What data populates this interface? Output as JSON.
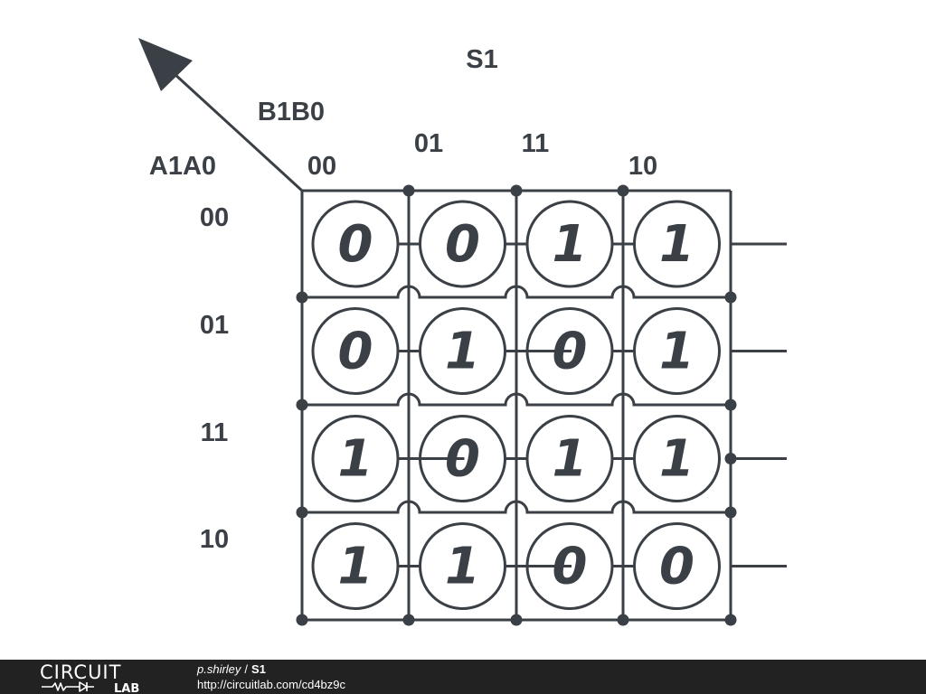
{
  "diagram": {
    "output_label": "S1",
    "column_vars": "B1B0",
    "row_vars": "A1A0",
    "column_codes": [
      "00",
      "01",
      "11",
      "10"
    ],
    "row_codes": [
      "00",
      "01",
      "11",
      "10"
    ],
    "cells": [
      [
        "0",
        "0",
        "1",
        "1"
      ],
      [
        "0",
        "1",
        "0",
        "1"
      ],
      [
        "1",
        "0",
        "1",
        "1"
      ],
      [
        "1",
        "1",
        "0",
        "0"
      ]
    ]
  },
  "footer": {
    "logo_top": "CIRCUIT",
    "logo_bottom": "LAB",
    "author": "p.shirley",
    "separator": "/",
    "circuit_name": "S1",
    "url": "http://circuitlab.com/cd4bz9c"
  },
  "colors": {
    "ink": "#3a4045",
    "footer_bg": "#222222",
    "footer_text": "#ffffff"
  }
}
